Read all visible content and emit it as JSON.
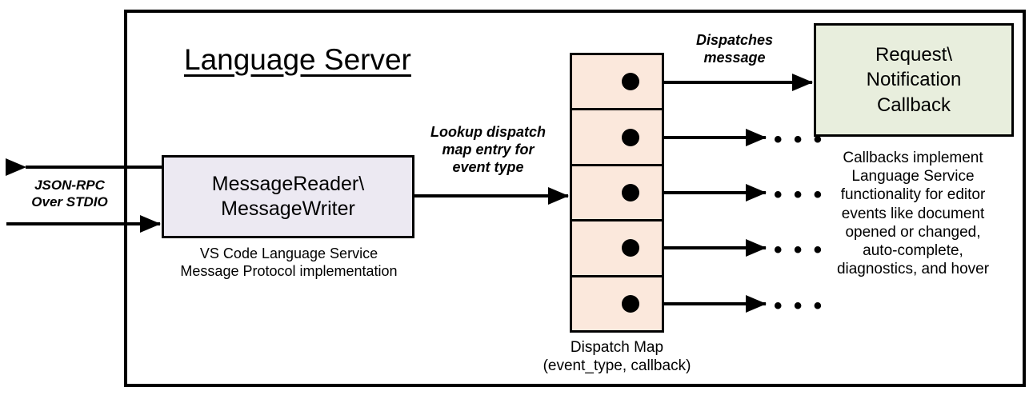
{
  "diagram": {
    "title": "Language Server",
    "container_label": "Language Server"
  },
  "reader": {
    "label": "MessageReader\\\nMessageWriter",
    "caption": "VS Code Language Service\nMessage Protocol implementation",
    "fill": "#ECE9F2"
  },
  "transport": {
    "label": "JSON-RPC\nOver STDIO",
    "outbound_arrow": "arrow-left",
    "inbound_arrow": "arrow-right"
  },
  "lookup": {
    "label": "Lookup dispatch\nmap entry for\nevent type"
  },
  "dispatch": {
    "label": "Dispatches\nmessage"
  },
  "dispatch_map": {
    "caption": "Dispatch Map\n(event_type, callback)",
    "fill": "#FBE8DC",
    "cells": [
      {
        "id": "cell-1",
        "marker": "dot",
        "outlet": "callback-box"
      },
      {
        "id": "cell-2",
        "marker": "dot",
        "outlet": "ellipsis"
      },
      {
        "id": "cell-3",
        "marker": "dot",
        "outlet": "ellipsis"
      },
      {
        "id": "cell-4",
        "marker": "dot",
        "outlet": "ellipsis"
      },
      {
        "id": "cell-5",
        "marker": "dot",
        "outlet": "ellipsis"
      }
    ]
  },
  "callback": {
    "label": "Request\\\nNotification\nCallback",
    "fill": "#E8EEDD",
    "caption": "Callbacks implement\nLanguage Service\nfunctionality for editor\nevents like document\nopened or changed,\nauto-complete,\ndiagnostics, and hover"
  },
  "ellipsis": {
    "glyph": "• • •",
    "items": [
      "ellipsis-1",
      "ellipsis-2",
      "ellipsis-3",
      "ellipsis-4"
    ]
  },
  "colors": {
    "stroke": "#000000",
    "background": "#FFFFFF",
    "reader_fill": "#ECE9F2",
    "map_fill": "#FBE8DC",
    "callback_fill": "#E8EEDD"
  }
}
